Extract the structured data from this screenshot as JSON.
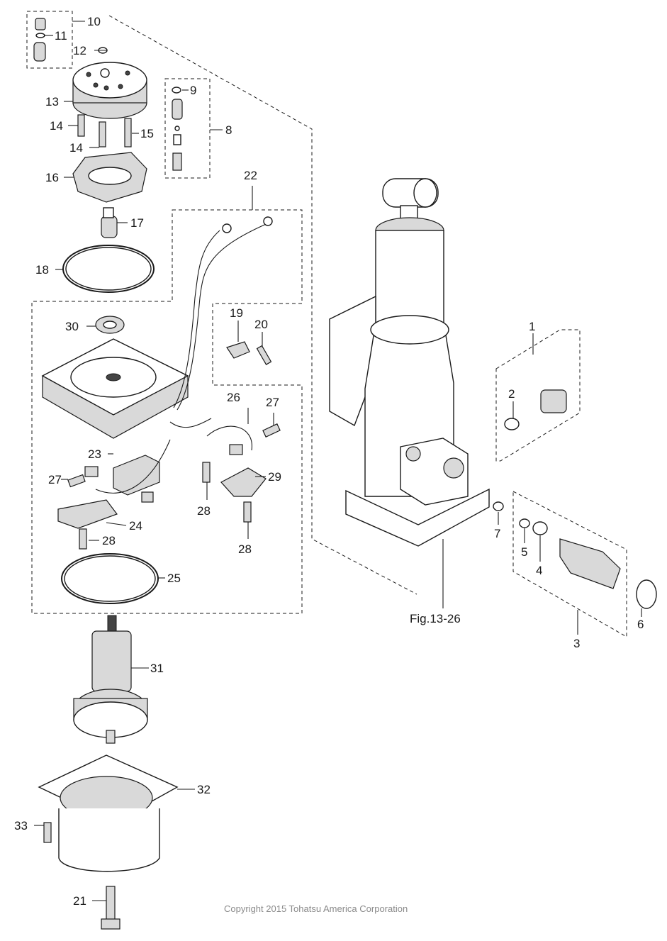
{
  "figure_label": "Fig.13-26",
  "copyright": "Copyright 2015 Tohatsu America Corporation",
  "part_numbers": [
    "1",
    "2",
    "3",
    "4",
    "5",
    "6",
    "7",
    "8",
    "9",
    "10",
    "11",
    "12",
    "13",
    "14",
    "14",
    "15",
    "16",
    "17",
    "18",
    "19",
    "20",
    "21",
    "22",
    "23",
    "24",
    "25",
    "26",
    "27",
    "27",
    "28",
    "28",
    "28",
    "29",
    "30",
    "31",
    "32",
    "33"
  ]
}
